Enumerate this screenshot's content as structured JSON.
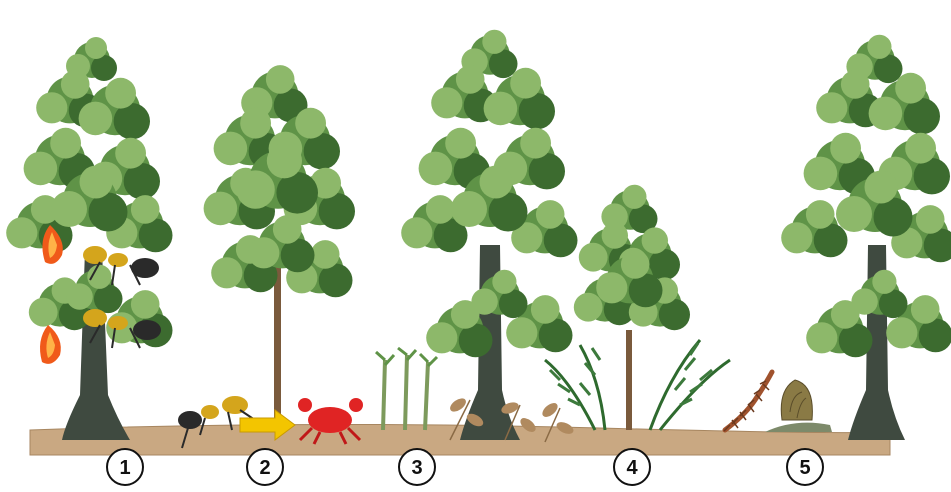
{
  "stages": [
    {
      "number": "1",
      "icon": "tall-tree-with-ants-and-flame-fruit-icon"
    },
    {
      "number": "2",
      "icon": "ant-arrow-crab-icon"
    },
    {
      "number": "3",
      "icon": "seedlings-and-dry-leaves-icon"
    },
    {
      "number": "4",
      "icon": "fern-and-young-tree-icon"
    },
    {
      "number": "5",
      "icon": "centipede-and-snail-icon"
    }
  ],
  "colors": {
    "ground": "#c9a882",
    "ground_dark": "#a78660",
    "foliage_light": "#8db86a",
    "foliage_mid": "#5f9347",
    "foliage_dark": "#3c6b2f",
    "trunk": "#3f4a40",
    "ant": "#d4a51c",
    "crab": "#e02424",
    "arrow": "#f3c500",
    "flame": "#f05a1a",
    "leaf_litter": "#b08a5f",
    "snail": "#8a7a45",
    "centipede": "#a0522d",
    "circle_stroke": "#111111"
  }
}
